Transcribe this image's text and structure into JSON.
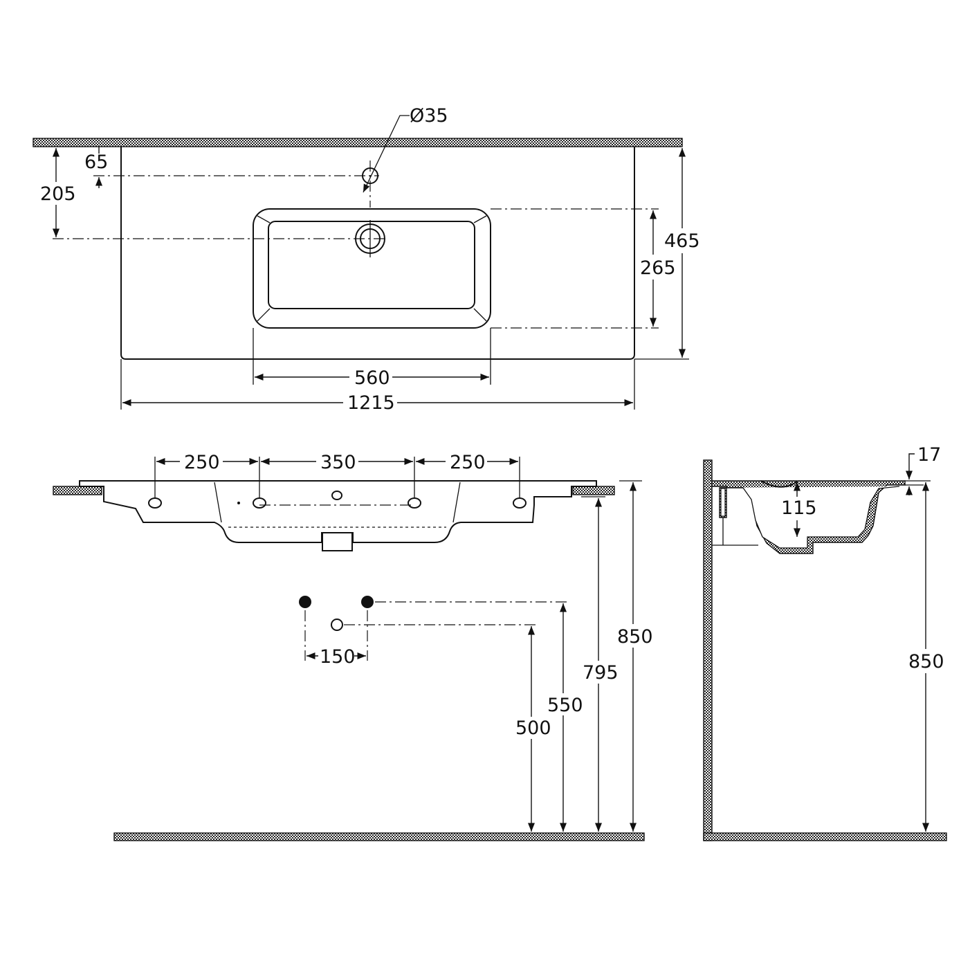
{
  "dimensions": {
    "hole_diameter": "Ø35",
    "top_offset": "65",
    "waste_offset": "205",
    "depth": "465",
    "bowl_depth": "265",
    "bowl_width": "560",
    "overall_width": "1215",
    "bracket_left": "250",
    "bracket_center": "350",
    "bracket_right": "250",
    "height_overall": "850",
    "height_basin_bottom": "795",
    "height_supply": "550",
    "height_waste": "500",
    "supply_spacing": "150",
    "rim_thickness": "17",
    "bowl_height": "115",
    "side_height": "850"
  }
}
